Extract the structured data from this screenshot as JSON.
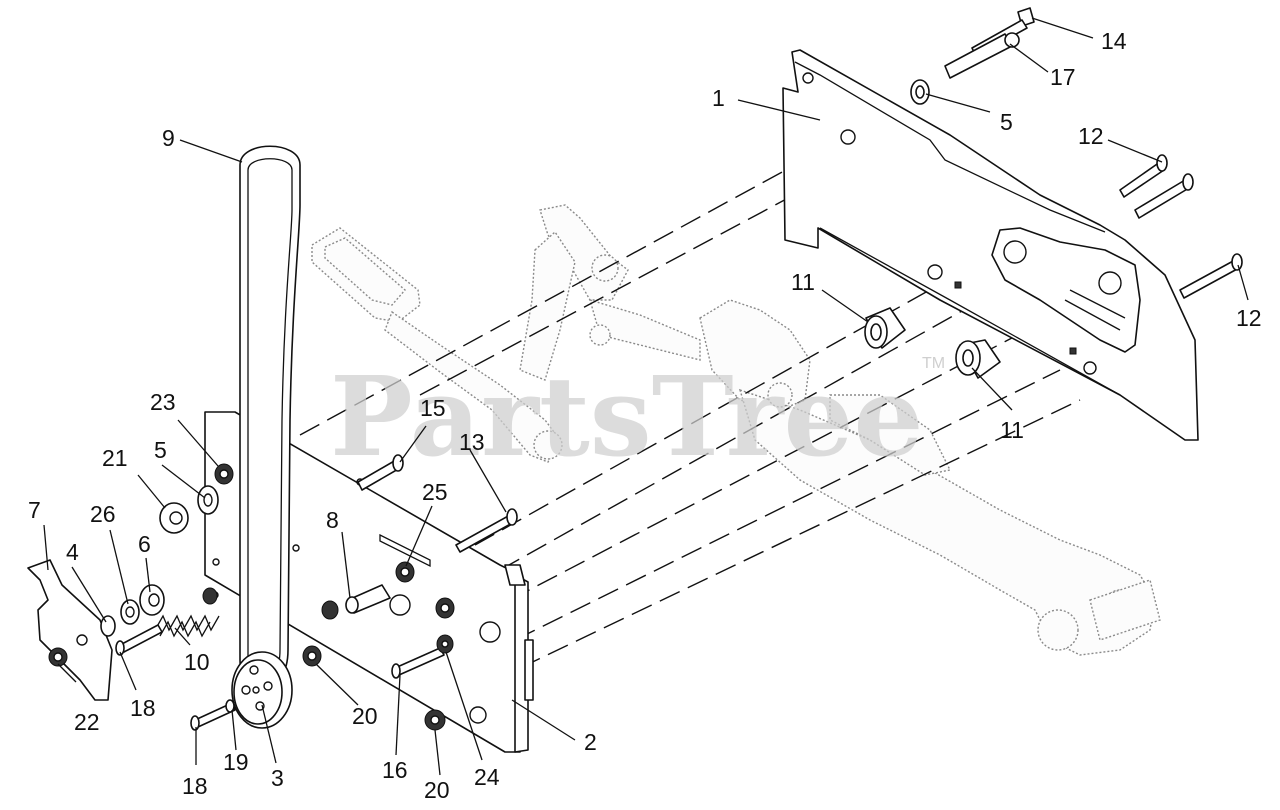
{
  "watermark": {
    "text": "PartsTree",
    "trademark": "TM"
  },
  "callouts": [
    {
      "id": "c1",
      "label": "1"
    },
    {
      "id": "c2",
      "label": "2"
    },
    {
      "id": "c3",
      "label": "3"
    },
    {
      "id": "c4",
      "label": "4"
    },
    {
      "id": "c5a",
      "label": "5"
    },
    {
      "id": "c5b",
      "label": "5"
    },
    {
      "id": "c6",
      "label": "6"
    },
    {
      "id": "c7",
      "label": "7"
    },
    {
      "id": "c8",
      "label": "8"
    },
    {
      "id": "c9",
      "label": "9"
    },
    {
      "id": "c10",
      "label": "10"
    },
    {
      "id": "c11a",
      "label": "11"
    },
    {
      "id": "c11b",
      "label": "11"
    },
    {
      "id": "c12a",
      "label": "12"
    },
    {
      "id": "c12b",
      "label": "12"
    },
    {
      "id": "c13",
      "label": "13"
    },
    {
      "id": "c14",
      "label": "14"
    },
    {
      "id": "c15",
      "label": "15"
    },
    {
      "id": "c16",
      "label": "16"
    },
    {
      "id": "c17",
      "label": "17"
    },
    {
      "id": "c18a",
      "label": "18"
    },
    {
      "id": "c18b",
      "label": "18"
    },
    {
      "id": "c19",
      "label": "19"
    },
    {
      "id": "c20a",
      "label": "20"
    },
    {
      "id": "c20b",
      "label": "20"
    },
    {
      "id": "c21",
      "label": "21"
    },
    {
      "id": "c22",
      "label": "22"
    },
    {
      "id": "c23",
      "label": "23"
    },
    {
      "id": "c24",
      "label": "24"
    },
    {
      "id": "c25",
      "label": "25"
    },
    {
      "id": "c26",
      "label": "26"
    }
  ]
}
